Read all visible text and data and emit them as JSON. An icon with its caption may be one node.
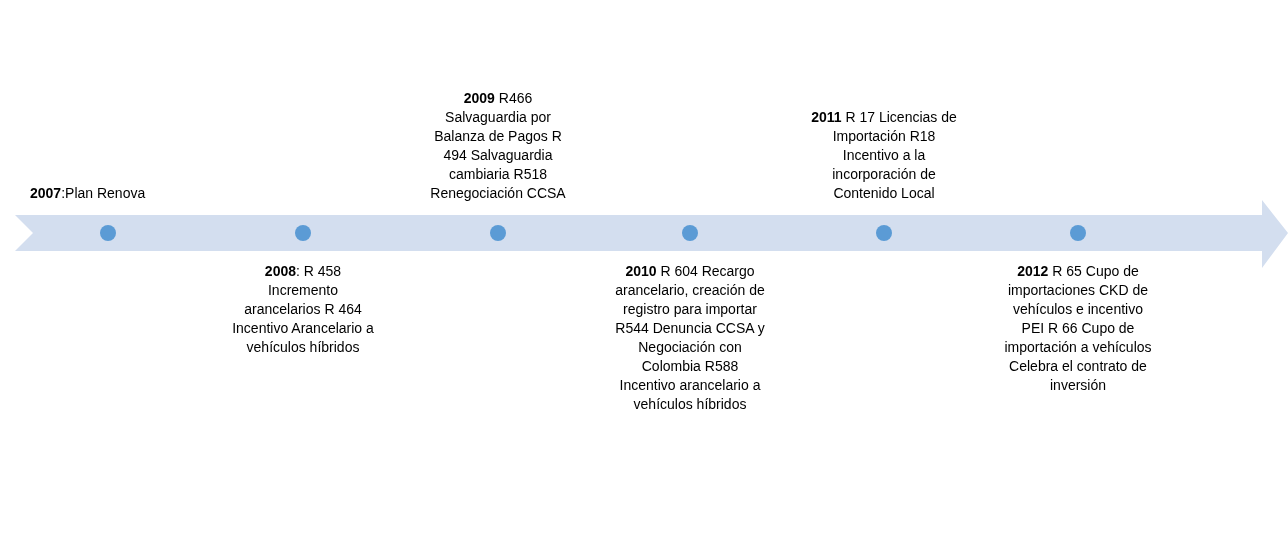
{
  "diagram": {
    "labels": [
      "**2007**:Plan Renova",
      "**2008**: R 458 Incremento arancelarios R 464 Incentivo Arancelario a vehículos híbridos",
      "**2009** R466 Salvaguardia por Balanza de Pagos R 494 Salvaguardia cambiaria R518 Renegociación CCSA",
      "**2010** R 604 Recargo arancelario, creación de registro para importar R544 Denuncia CCSA y Negociación con Colombia R588 Incentivo arancelario a vehículos híbridos",
      "**2011** R 17 Licencias de Importación R18 Incentivo a la incorporación de Contenido Local",
      "**2012** R 65 Cupo de importaciones CKD de vehículos e incentivo PEI R 66 Cupo de importación a vehículos Celebra el contrato de inversión"
    ]
  }
}
